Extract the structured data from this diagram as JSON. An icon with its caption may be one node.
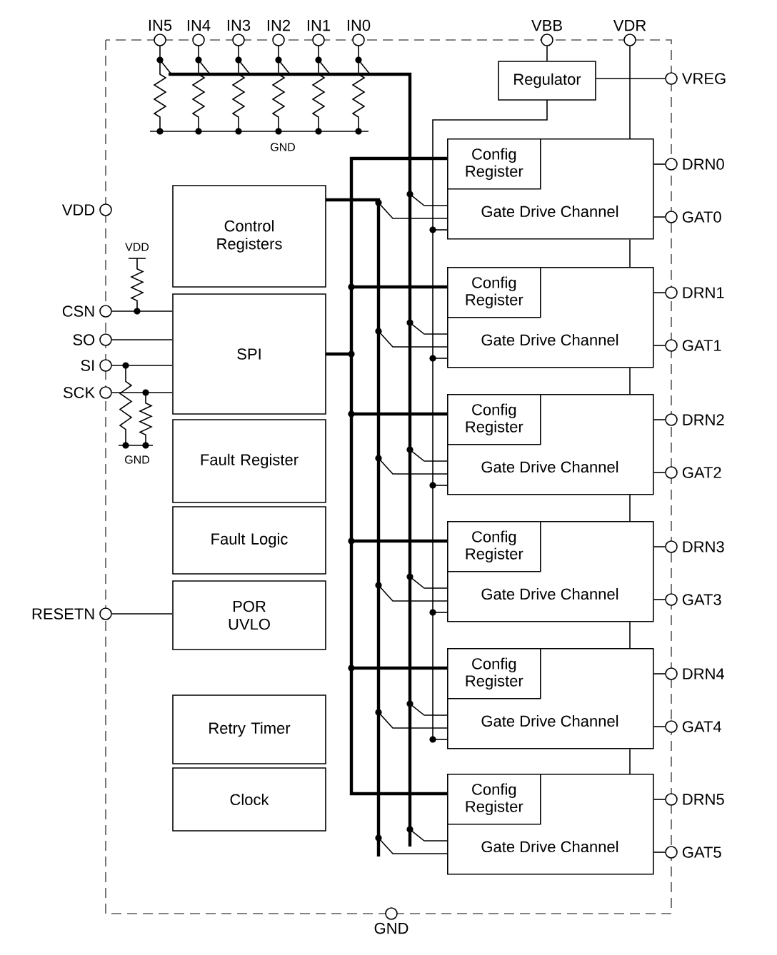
{
  "diagram": {
    "nodes": [
      {
        "text": [],
        "shape": "circle",
        "beside": [
          "IN5"
        ]
      },
      {
        "text": [],
        "shape": "circle",
        "beside": [
          "IN4"
        ]
      },
      {
        "text": [],
        "shape": "circle",
        "beside": [
          "IN3"
        ]
      },
      {
        "text": [],
        "shape": "circle",
        "beside": [
          "IN2"
        ]
      },
      {
        "text": [],
        "shape": "circle",
        "beside": [
          "IN1"
        ]
      },
      {
        "text": [],
        "shape": "circle",
        "beside": [
          "IN0"
        ]
      },
      {
        "text": [],
        "shape": "circle",
        "beside": [
          "VBB"
        ]
      },
      {
        "text": [],
        "shape": "circle",
        "beside": [
          "VDR"
        ]
      },
      {
        "text": [],
        "shape": "circle",
        "beside": [
          "VREG"
        ]
      },
      {
        "text": [],
        "shape": "circle",
        "beside": [
          "VDD"
        ]
      },
      {
        "text": [],
        "shape": "circle",
        "beside": [
          "CSN"
        ]
      },
      {
        "text": [],
        "shape": "circle",
        "beside": [
          "SO"
        ]
      },
      {
        "text": [],
        "shape": "circle",
        "beside": [
          "SI"
        ]
      },
      {
        "text": [],
        "shape": "circle",
        "beside": [
          "SCK"
        ]
      },
      {
        "text": [],
        "shape": "circle",
        "beside": [
          "RESETN"
        ]
      },
      {
        "text": [],
        "shape": "circle",
        "beside": [
          "DRN0"
        ]
      },
      {
        "text": [],
        "shape": "circle",
        "beside": [
          "GAT0"
        ]
      },
      {
        "text": [],
        "shape": "circle",
        "beside": [
          "DRN1"
        ]
      },
      {
        "text": [],
        "shape": "circle",
        "beside": [
          "GAT1"
        ]
      },
      {
        "text": [],
        "shape": "circle",
        "beside": [
          "DRN2"
        ]
      },
      {
        "text": [],
        "shape": "circle",
        "beside": [
          "GAT2"
        ]
      },
      {
        "text": [],
        "shape": "circle",
        "beside": [
          "DRN3"
        ]
      },
      {
        "text": [],
        "shape": "circle",
        "beside": [
          "GAT3"
        ]
      },
      {
        "text": [],
        "shape": "circle",
        "beside": [
          "DRN4"
        ]
      },
      {
        "text": [],
        "shape": "circle",
        "beside": [
          "GAT4"
        ]
      },
      {
        "text": [],
        "shape": "circle",
        "beside": [
          "DRN5"
        ]
      },
      {
        "text": [],
        "shape": "circle",
        "beside": [
          "GAT5"
        ]
      },
      {
        "text": [],
        "shape": "circle",
        "beside": [
          "GND"
        ]
      },
      {
        "text": [
          "Regulator"
        ]
      },
      {
        "text": [
          "Control Registers"
        ]
      },
      {
        "text": [
          "SPI"
        ]
      },
      {
        "text": [
          "Fault Register"
        ]
      },
      {
        "text": [
          "Fault Logic"
        ]
      },
      {
        "text": [
          "POR UVLO"
        ]
      },
      {
        "text": [
          "Retry Timer"
        ]
      },
      {
        "text": [
          "Clock"
        ]
      },
      {
        "text": [
          "Gate Drive Channel"
        ]
      },
      {
        "text": [
          "Config Register"
        ],
        "in": 36
      },
      {
        "text": [
          "Gate Drive Channel"
        ]
      },
      {
        "text": [
          "Config Register"
        ],
        "in": 38
      },
      {
        "text": [
          "Gate Drive Channel"
        ]
      },
      {
        "text": [
          "Config Register"
        ],
        "in": 40
      },
      {
        "text": [
          "Gate Drive Channel"
        ]
      },
      {
        "text": [
          "Config Register"
        ],
        "in": 42
      },
      {
        "text": [
          "Gate Drive Channel"
        ]
      },
      {
        "text": [
          "Config Register"
        ],
        "in": 44
      },
      {
        "text": [
          "Gate Drive Channel"
        ]
      },
      {
        "text": [
          "Config Register"
        ],
        "in": 46
      }
    ],
    "edges": [
      {
        "from": 10,
        "to": 30,
        "arrow": "none"
      },
      {
        "from": 11,
        "to": 30,
        "arrow": "none"
      },
      {
        "from": 12,
        "to": 30,
        "arrow": "none"
      },
      {
        "from": 13,
        "to": 30,
        "arrow": "none"
      },
      {
        "from": 14,
        "to": 33,
        "arrow": "none"
      },
      {
        "from": 6,
        "to": 28,
        "arrow": "none"
      },
      {
        "from": 8,
        "to": 28,
        "arrow": "none"
      },
      {
        "from": 7,
        "to": 36,
        "arrow": "none"
      },
      {
        "from": 15,
        "to": 36,
        "arrow": "none"
      },
      {
        "from": 16,
        "to": 36,
        "arrow": "none"
      },
      {
        "from": 17,
        "to": 38,
        "arrow": "none"
      },
      {
        "from": 18,
        "to": 38,
        "arrow": "none"
      },
      {
        "from": 19,
        "to": 40,
        "arrow": "none"
      },
      {
        "from": 20,
        "to": 40,
        "arrow": "none"
      },
      {
        "from": 21,
        "to": 42,
        "arrow": "none"
      },
      {
        "from": 22,
        "to": 42,
        "arrow": "none"
      },
      {
        "from": 23,
        "to": 44,
        "arrow": "none"
      },
      {
        "from": 24,
        "to": 44,
        "arrow": "none"
      },
      {
        "from": 25,
        "to": 46,
        "arrow": "none"
      },
      {
        "from": 26,
        "to": 46,
        "arrow": "none"
      },
      {
        "from": 36,
        "to": 38,
        "arrow": "none"
      },
      {
        "from": 38,
        "to": 40,
        "arrow": "none"
      },
      {
        "from": 40,
        "to": 42,
        "arrow": "none"
      },
      {
        "from": 42,
        "to": 44,
        "arrow": "none"
      },
      {
        "from": 44,
        "to": 46,
        "arrow": "none"
      }
    ],
    "labels": [
      "GND",
      "VDD",
      "GND"
    ]
  }
}
